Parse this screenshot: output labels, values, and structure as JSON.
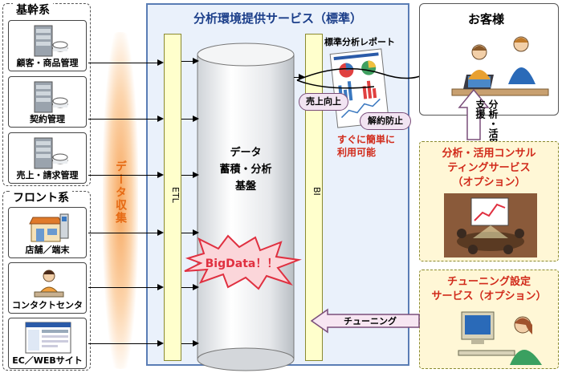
{
  "core_group": {
    "title": "基幹系",
    "items": [
      {
        "label": "顧客・商品管理",
        "icon": "server-icon"
      },
      {
        "label": "契約管理",
        "icon": "server-icon"
      },
      {
        "label": "売上・請求管理",
        "icon": "server-icon"
      }
    ]
  },
  "front_group": {
    "title": "フロント系",
    "items": [
      {
        "label": "店舗／端末",
        "icon": "store-icon"
      },
      {
        "label": "コンタクトセンタ",
        "icon": "operator-icon"
      },
      {
        "label": "EC／WEBサイト",
        "icon": "website-icon"
      }
    ]
  },
  "collection_label": "データ収集",
  "service": {
    "title": "分析環境提供サービス（標準）",
    "etl_label": "ETL",
    "bi_label": "BI",
    "storage_label": "データ\n蓄積・分析\n基盤",
    "bigdata_label": "BigData！！",
    "report_title": "標準分析レポート",
    "bubble_sales": "売上向上",
    "bubble_churn": "解約防止",
    "easy_use": "すぐに簡単に\n利用可能"
  },
  "customer": {
    "title": "お客様",
    "support_label": "分析・活用\n支援"
  },
  "consulting": {
    "title": "分析・活用コンサル\nティングサービス\n（オプション）"
  },
  "tuning": {
    "title": "チューニング設定\nサービス（オプション）",
    "arrow_label": "チューニング"
  },
  "colors": {
    "title_blue": "#1c3f8a",
    "option_red": "#d12a1a",
    "main_bg": "#eaf1fb",
    "bar_fill": "#ffffcc"
  }
}
